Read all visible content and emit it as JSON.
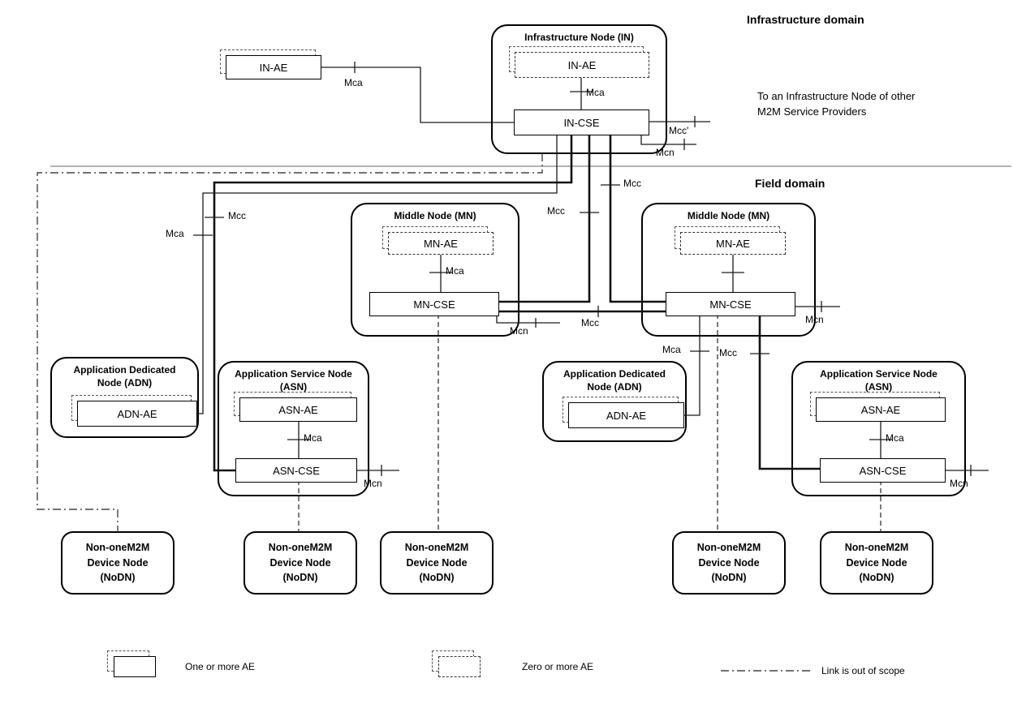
{
  "domains": {
    "infrastructure_label": "Infrastructure domain",
    "field_label": "Field domain"
  },
  "annotations": {
    "to_infra_node": "To an Infrastructure Node of other M2M Service Providers"
  },
  "ref": {
    "mca": "Mca",
    "mcc": "Mcc",
    "mcc_prime": "Mcc'",
    "mcn": "Mcn"
  },
  "nodes": {
    "infrastructure_node": {
      "title": "Infrastructure Node (IN)",
      "ae": "IN-AE",
      "cse": "IN-CSE"
    },
    "external_in_ae": {
      "label": "IN-AE"
    },
    "middle_node": {
      "title": "Middle Node (MN)",
      "ae": "MN-AE",
      "cse": "MN-CSE"
    },
    "adn": {
      "title": "Application Dedicated Node (ADN)",
      "ae": "ADN-AE"
    },
    "asn": {
      "title": "Application Service Node (ASN)",
      "ae": "ASN-AE",
      "cse": "ASN-CSE"
    },
    "nodn": {
      "title": "Non-oneM2M Device Node (NoDN)"
    }
  },
  "legend": {
    "one_or_more_ae": "One or more AE",
    "zero_or_more_ae": "Zero or more AE",
    "link_out_of_scope": "Link is out of scope"
  },
  "colors": {
    "line": "#1a1a1a",
    "divider": "#b3b3b3"
  }
}
